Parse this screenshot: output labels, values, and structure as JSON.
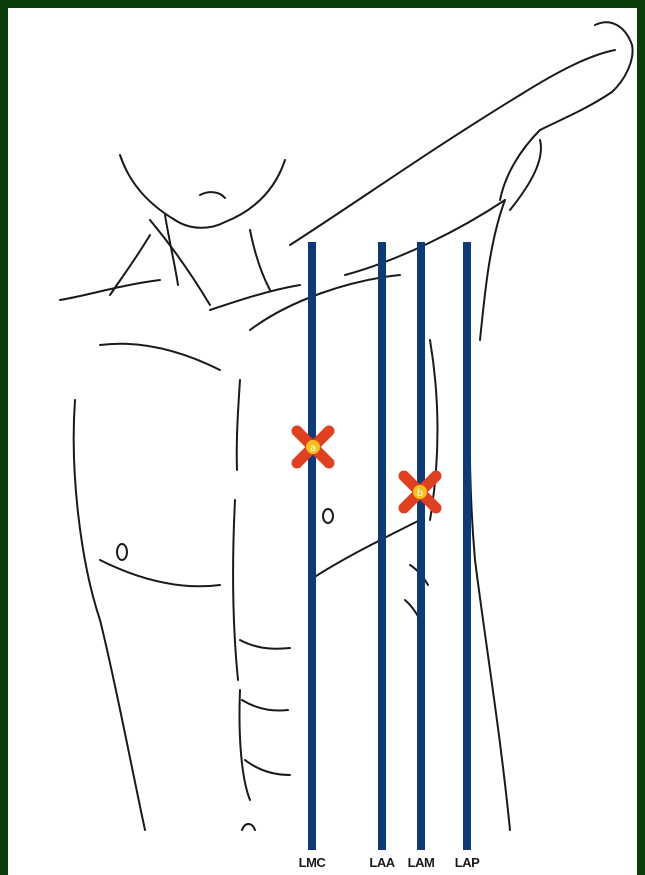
{
  "diagram": {
    "lines": [
      {
        "id": "lmc",
        "label": "LMC"
      },
      {
        "id": "laa",
        "label": "LAA"
      },
      {
        "id": "lam",
        "label": "LAM"
      },
      {
        "id": "lap",
        "label": "LAP"
      }
    ],
    "markers": [
      {
        "id": "marker-1",
        "letter": "a",
        "on_line": "LMC"
      },
      {
        "id": "marker-2",
        "letter": "b",
        "on_line": "LAM"
      }
    ],
    "colors": {
      "line": "#0d3b7a",
      "marker_x": "#e0401f",
      "marker_center": "#f4c21a",
      "frame": "#0b3d0b"
    }
  }
}
